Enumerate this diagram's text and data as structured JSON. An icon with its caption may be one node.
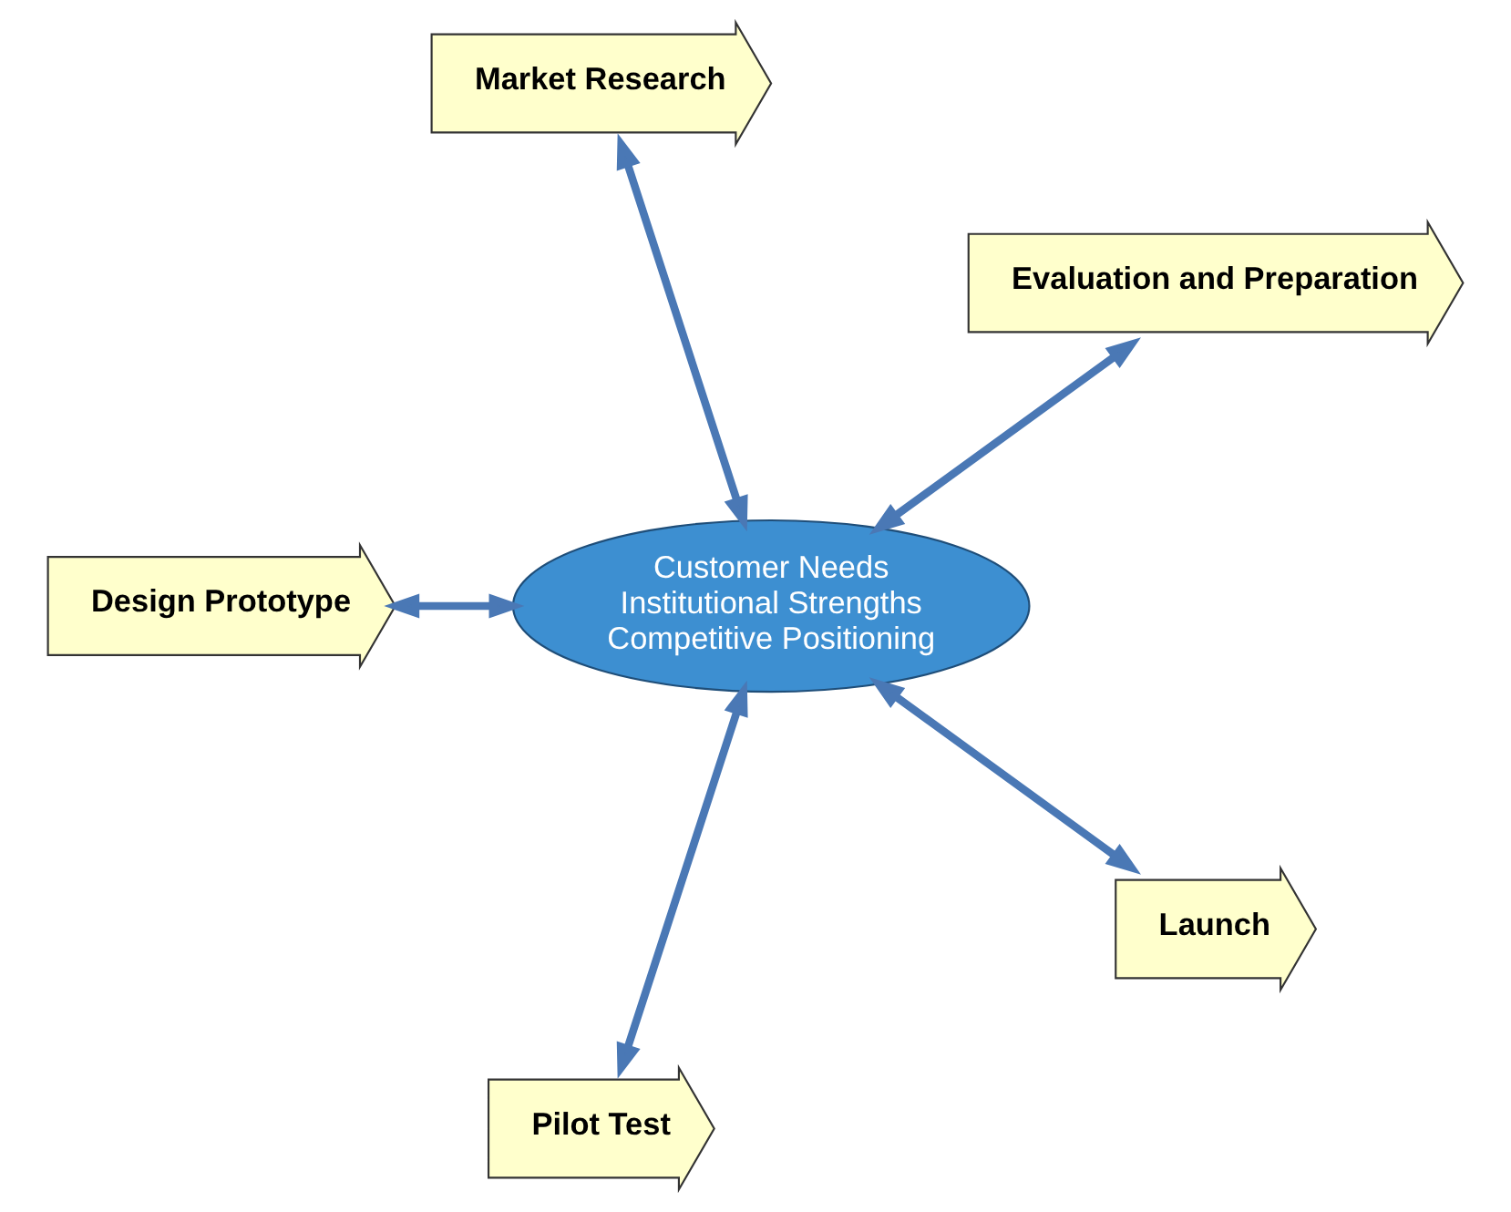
{
  "diagram": {
    "nodes": [
      {
        "text": [
          "Customer Needs",
          "Institutional Strengths",
          "Competitive Positioning"
        ]
      },
      {
        "text": [
          "Evaluation and Preparation"
        ]
      },
      {
        "text": [
          "Market Research"
        ]
      },
      {
        "text": [
          "Design Prototype"
        ]
      },
      {
        "text": [
          "Pilot Test"
        ]
      },
      {
        "text": [
          "Launch"
        ]
      }
    ],
    "edges": [
      {
        "from": 0,
        "to": 1,
        "arrow": "both"
      },
      {
        "from": 0,
        "to": 2,
        "arrow": "both"
      },
      {
        "from": 0,
        "to": 3,
        "arrow": "both"
      },
      {
        "from": 0,
        "to": 4,
        "arrow": "both"
      },
      {
        "from": 0,
        "to": 5,
        "arrow": "both"
      }
    ]
  }
}
